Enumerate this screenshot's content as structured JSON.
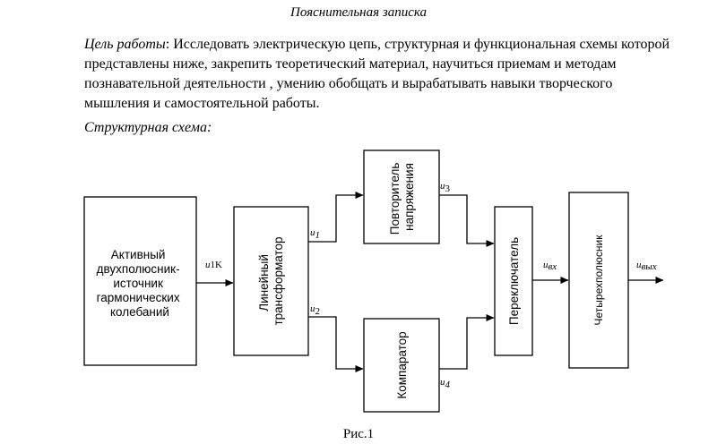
{
  "document": {
    "title": "Пояснительная записка",
    "goal_label": "Цель работы",
    "goal_text": ": Исследовать электрическую цепь, структурная и функциональная схемы которой представлены ниже, закрепить теоретический материал, научиться приемам и методам познавательной деятельности , умению обобщать и вырабатывать навыки творческого мышления и самостоятельной работы.",
    "scheme_label": "Структурная схема:",
    "figure_caption": "Рис.1"
  },
  "diagram": {
    "blocks": {
      "source": [
        "Активный",
        "двухполюсник-",
        "источник",
        "гармонических",
        "колебаний"
      ],
      "transformer": [
        "Линейный",
        "трансформатор"
      ],
      "repeater": [
        "Повторитель",
        "напряжения"
      ],
      "comparator": [
        "Компаратор"
      ],
      "switch": [
        "Переключатель"
      ],
      "quadripole": [
        "Четырехполюсник"
      ]
    },
    "signals": {
      "u1k": "u",
      "u1k_sub": "1K",
      "u1": "u",
      "u1_sub": "1",
      "u2": "u",
      "u2_sub": "2",
      "u3": "u",
      "u3_sub": "3",
      "u4": "u",
      "u4_sub": "4",
      "uvx": "u",
      "uvx_sub": "вх",
      "uvyx": "u",
      "uvyx_sub": "вых"
    }
  }
}
